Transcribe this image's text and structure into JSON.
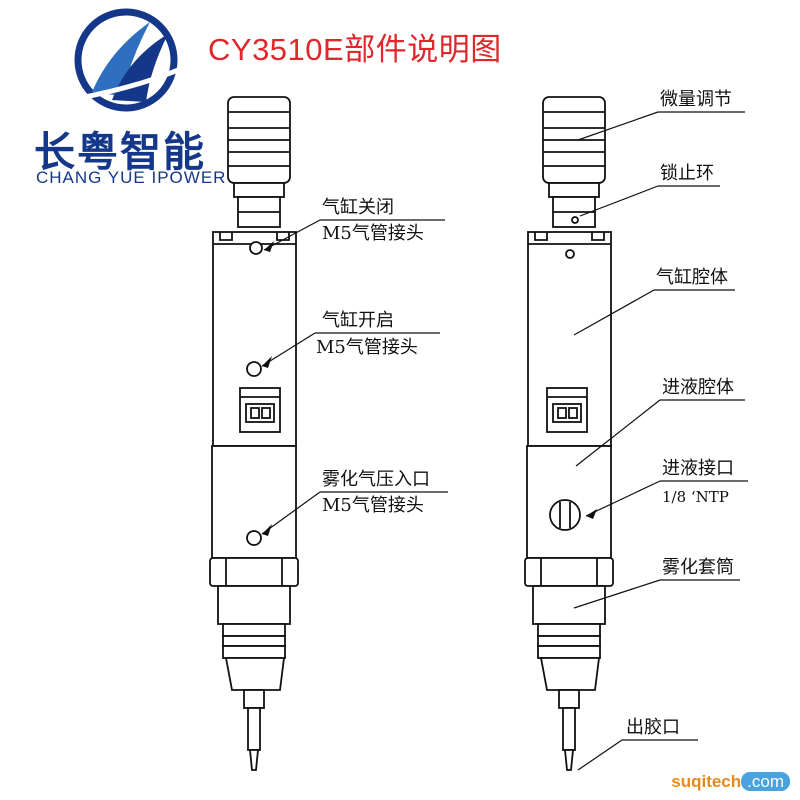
{
  "title": "CY3510E部件说明图",
  "logo": {
    "cn": "长粤智能",
    "en": "CHANG YUE IPOWER"
  },
  "left_labels": {
    "cyl_close": "气缸关闭",
    "cyl_close_sub": "M5气管接头",
    "cyl_open": "气缸开启",
    "cyl_open_sub": "M5气管接头",
    "atom_in": "雾化气压入口",
    "atom_in_sub": "M5气管接头"
  },
  "right_labels": {
    "micro": "微量调节",
    "lock": "锁止环",
    "cyl_cavity": "气缸腔体",
    "fluid_cavity": "进液腔体",
    "fluid_port": "进液接口",
    "fluid_port_sub": "1/8 ‘NTP",
    "atom_sleeve": "雾化套筒",
    "outlet": "出胶口"
  },
  "watermark": {
    "part1": "suqitech",
    "part2": ".com"
  },
  "colors": {
    "title_red": "#e0282c",
    "logo_blue": "#14378a",
    "line": "#111111"
  }
}
